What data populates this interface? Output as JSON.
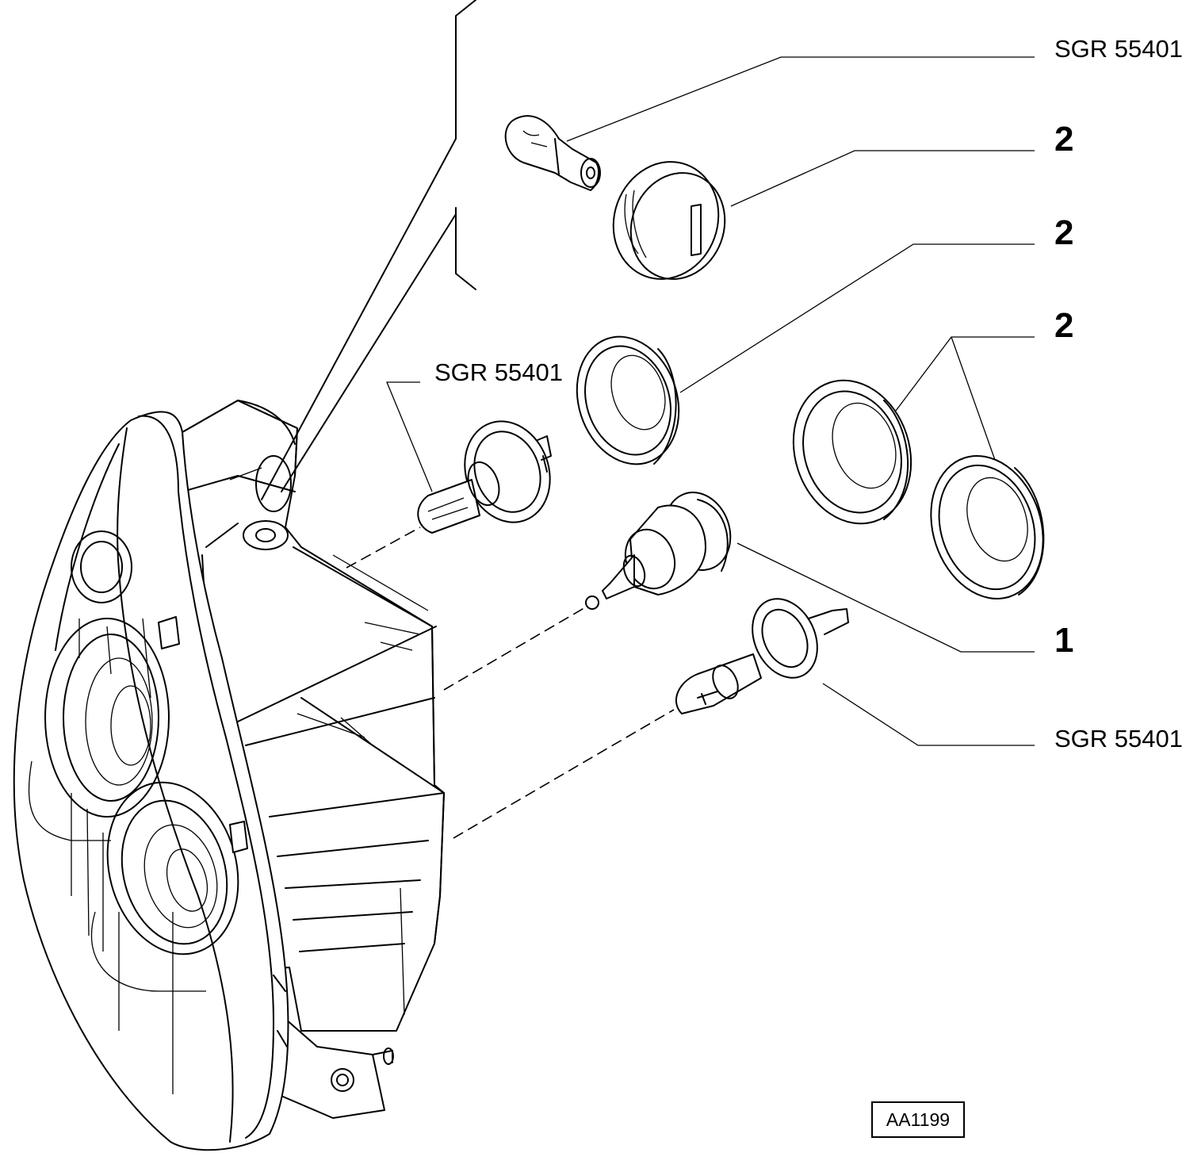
{
  "callouts": {
    "bulb_top": "SGR 55401",
    "bulb_middle": "SGR 55401",
    "bulb_bottom": "SGR 55401",
    "cap_small": "2",
    "cap_medium": "2",
    "cap_pair": "2",
    "socket": "1"
  },
  "drawing_code": "AA1199"
}
